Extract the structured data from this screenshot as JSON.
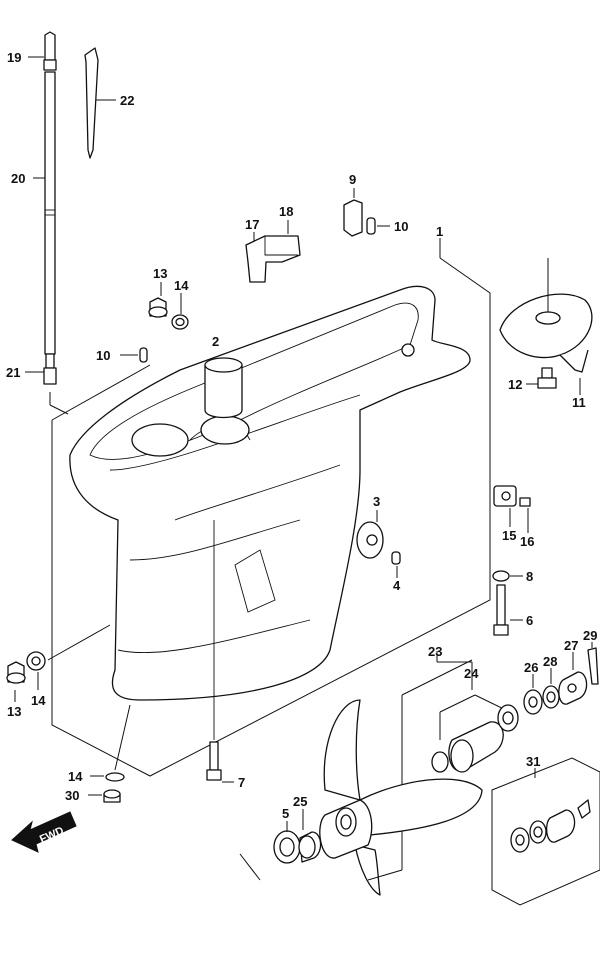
{
  "diagram": {
    "title": "",
    "callouts": {
      "c1": "1",
      "c2": "2",
      "c3": "3",
      "c4": "4",
      "c5": "5",
      "c6": "6",
      "c7": "7",
      "c8": "8",
      "c9": "9",
      "c10a": "10",
      "c10b": "10",
      "c11": "11",
      "c12": "12",
      "c13a": "13",
      "c13b": "13",
      "c14a": "14",
      "c14b": "14",
      "c14c": "14",
      "c15": "15",
      "c16": "16",
      "c17": "17",
      "c18": "18",
      "c19": "19",
      "c20": "20",
      "c21": "21",
      "c22": "22",
      "c23": "23",
      "c24": "24",
      "c25": "25",
      "c26": "26",
      "c27": "27",
      "c28": "28",
      "c29": "29",
      "c30": "30",
      "c31": "31"
    },
    "fwd_label": "FWD"
  }
}
